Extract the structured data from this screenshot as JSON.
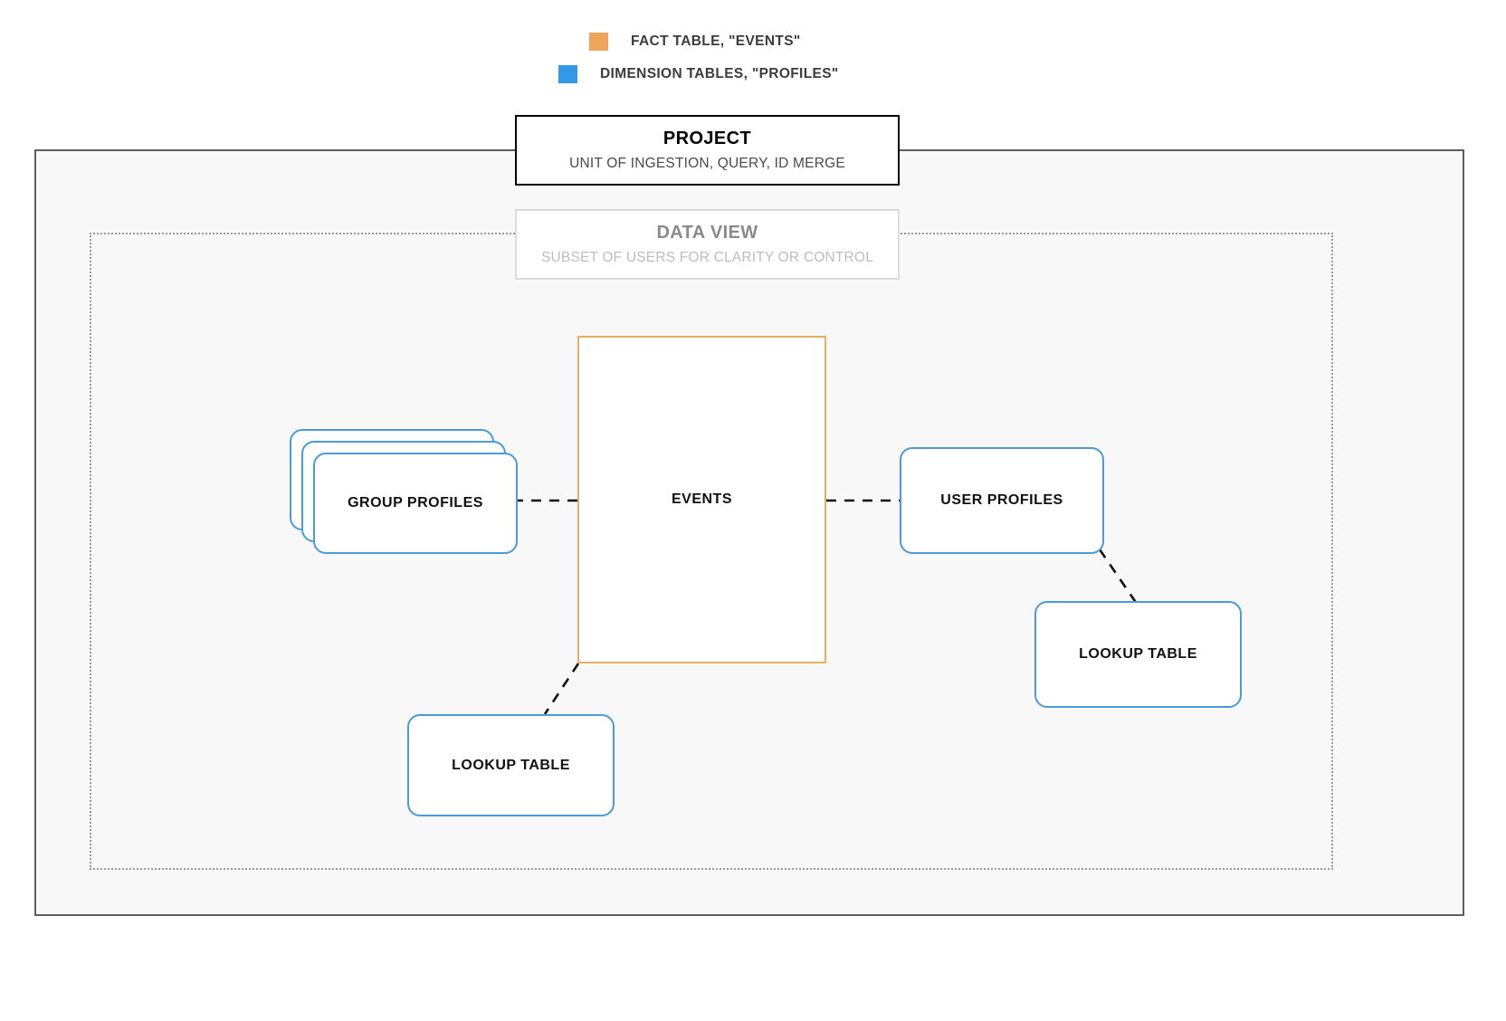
{
  "legend": {
    "items": [
      {
        "icon": "orange-square-swatch",
        "label": "FACT TABLE, \"EVENTS\"",
        "color": "#f0a55c"
      },
      {
        "icon": "blue-square-swatch",
        "label": "DIMENSION TABLES, \"PROFILES\"",
        "color": "#3498e8"
      }
    ]
  },
  "project": {
    "title": "PROJECT",
    "subtitle": "UNIT OF INGESTION, QUERY, ID MERGE",
    "border_color": "#000000"
  },
  "data_view": {
    "title": "DATA VIEW",
    "subtitle": "SUBSET OF USERS FOR CLARITY OR CONTROL",
    "border_color": "#dcdcdc"
  },
  "nodes": {
    "events": {
      "label": "EVENTS",
      "type": "fact-table",
      "color": "#e8ae63"
    },
    "group_profiles": {
      "label": "GROUP PROFILES",
      "type": "dimension-table-stack",
      "color": "#4a9bd8",
      "stack_count": 3
    },
    "user_profiles": {
      "label": "USER PROFILES",
      "type": "dimension-table",
      "color": "#4a9bd8"
    },
    "lookup_left": {
      "label": "LOOKUP TABLE",
      "type": "dimension-table",
      "color": "#4a9bd8"
    },
    "lookup_right": {
      "label": "LOOKUP TABLE",
      "type": "dimension-table",
      "color": "#4a9bd8"
    }
  },
  "connectors": [
    {
      "name": "group-profiles-to-events",
      "style": "dashed",
      "color": "#111111"
    },
    {
      "name": "events-to-user-profiles",
      "style": "dashed",
      "color": "#111111"
    },
    {
      "name": "user-profiles-to-lookup-right",
      "style": "dashed",
      "color": "#111111"
    },
    {
      "name": "events-to-lookup-left",
      "style": "dashed",
      "color": "#111111"
    }
  ]
}
